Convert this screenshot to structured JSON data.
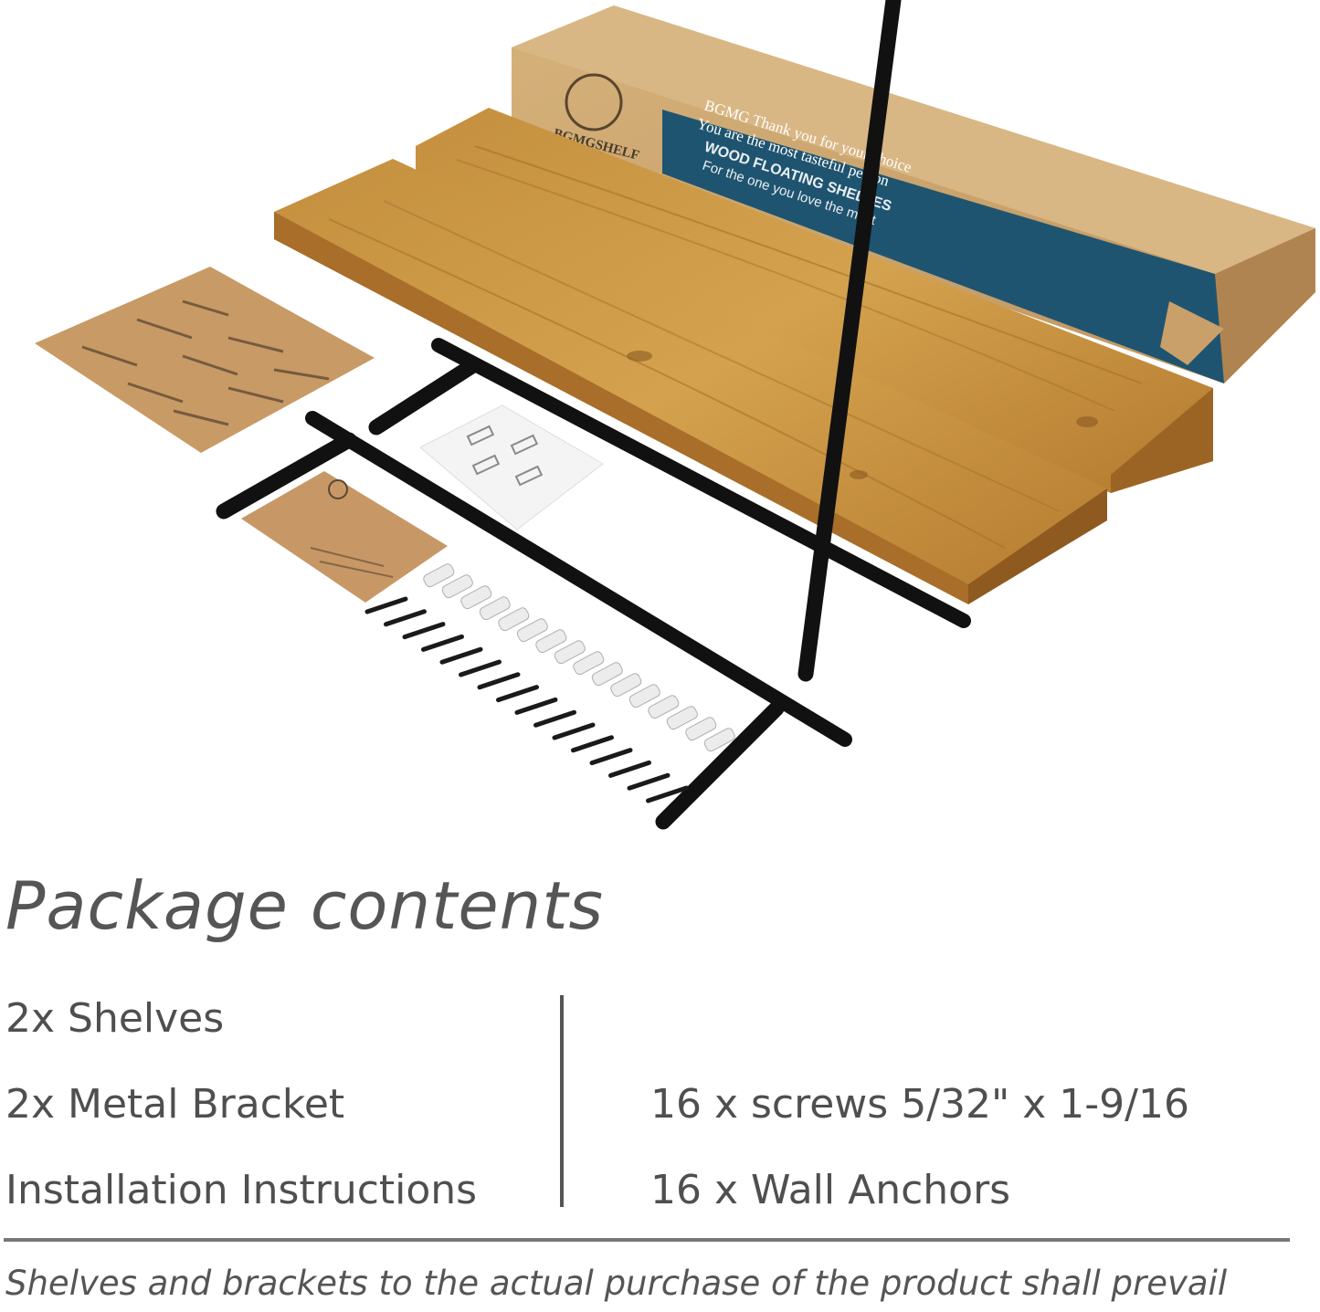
{
  "box_print": {
    "brand": "BGMGSHELF",
    "thanks_line1": "BGMG Thank you for your choice",
    "thanks_line2": "You are the most tasteful person",
    "product_line1": "WOOD FLOATING SHELVES",
    "product_line2": "For the one you love the most"
  },
  "heading": "Package contents",
  "contents": {
    "left": [
      "2x Shelves",
      "2x Metal Bracket",
      "Installation Instructions"
    ],
    "right": [
      "16 x screws 5/32\" x 1-9/16",
      "16 x Wall Anchors"
    ]
  },
  "footnote": "Shelves and brackets to the actual purchase of the product shall prevail",
  "colors": {
    "wood": "#c08b3e",
    "cardboard": "#c9a06a",
    "box_stripe": "#1f5470",
    "bracket": "#111111",
    "text": "#555555"
  }
}
